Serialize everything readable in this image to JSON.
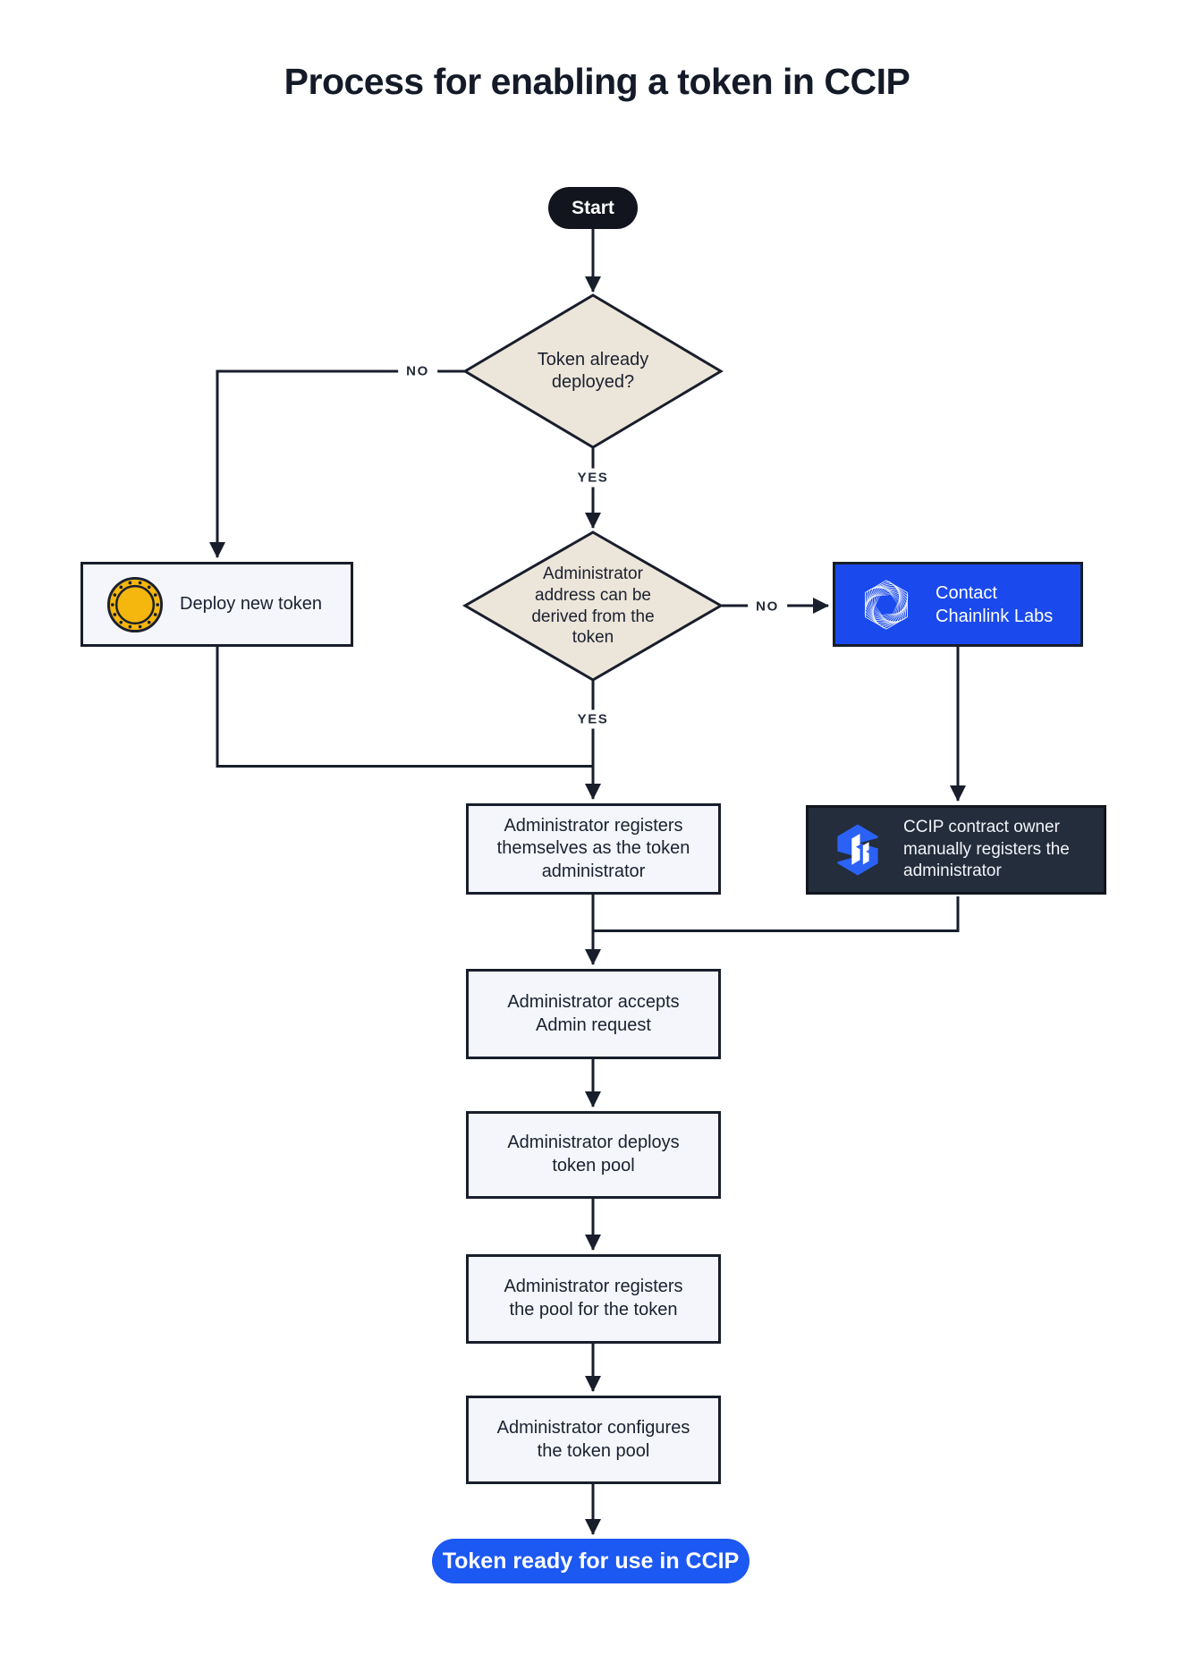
{
  "title": "Process for enabling a token in CCIP",
  "nodes": {
    "start": "Start",
    "token_deployed_q": "Token already deployed?",
    "deploy_new_token": "Deploy new token",
    "admin_address_q": "Administrator address can be derived from the token",
    "contact_chainlink": "Contact Chainlink Labs",
    "admin_registers_self": "Administrator registers themselves as the token administrator",
    "ccip_owner_registers": "CCIP contract owner manually registers the administrator",
    "admin_accepts": "Administrator accepts Admin request",
    "admin_deploys_pool": "Administrator deploys token pool",
    "admin_registers_pool": "Administrator registers the pool for the token",
    "admin_configures_pool": "Administrator configures the token pool",
    "token_ready": "Token ready for use in CCIP"
  },
  "edge_labels": {
    "token_deployed_no": "NO",
    "token_deployed_yes": "YES",
    "admin_address_no": "NO",
    "admin_address_yes": "YES"
  },
  "icons": {
    "deploy_new_token": "token-coin-icon",
    "contact_chainlink": "chainlink-logo-icon",
    "ccip_owner_registers": "ccip-logo-icon"
  },
  "colors": {
    "line": "#181E2B",
    "diamond_fill": "#ECE5D9",
    "process_fill": "#F4F6FB",
    "contact_blue": "#1A4AEE",
    "ready_pill_blue": "#1C58F2",
    "dark_box": "#232D3C",
    "start_fill": "#12151E",
    "coin_gold": "#F5B60D"
  }
}
